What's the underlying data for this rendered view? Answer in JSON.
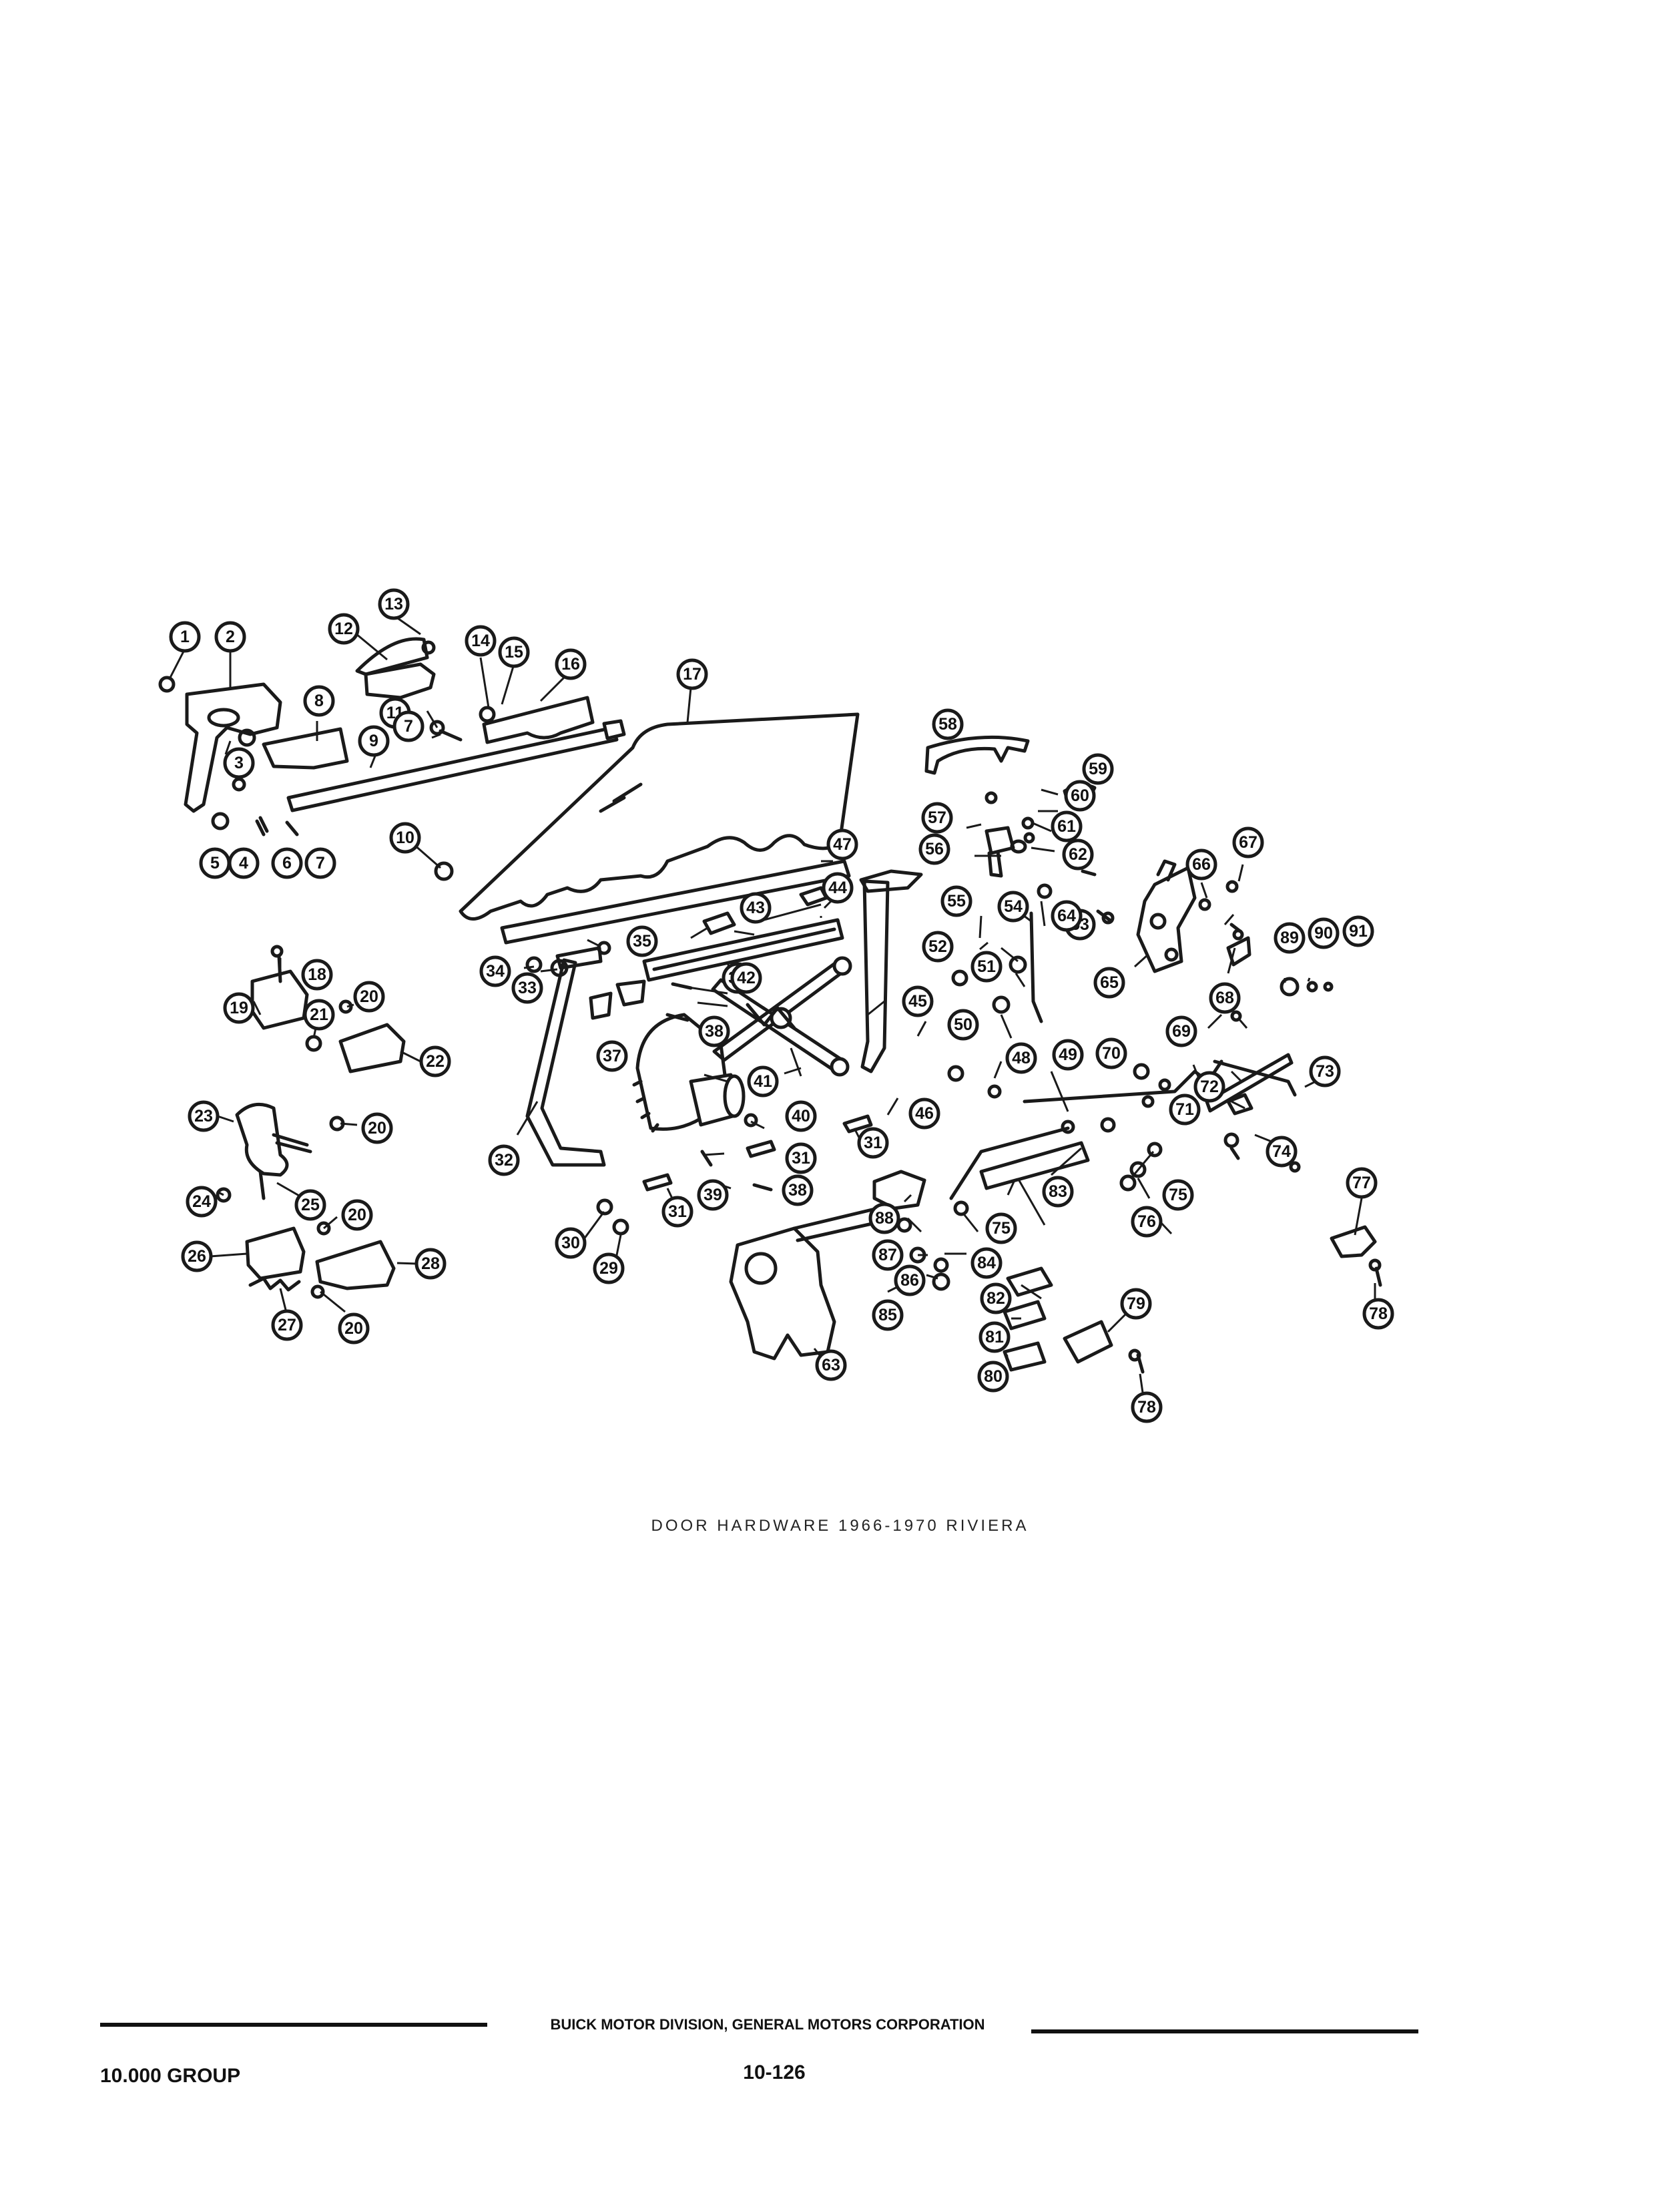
{
  "caption": "DOOR HARDWARE 1966-1970 RIVIERA",
  "footer": {
    "title": "BUICK MOTOR DIVISION, GENERAL MOTORS CORPORATION",
    "group": "10.000 GROUP",
    "page_number": "10-126"
  },
  "callouts": [
    "1",
    "2",
    "3",
    "4",
    "5",
    "6",
    "7",
    "8",
    "9",
    "10",
    "11",
    "12",
    "13",
    "14",
    "15",
    "16",
    "17",
    "18",
    "19",
    "20",
    "21",
    "22",
    "23",
    "24",
    "25",
    "26",
    "27",
    "28",
    "29",
    "30",
    "31",
    "32",
    "33",
    "34",
    "35",
    "36",
    "37",
    "38",
    "39",
    "40",
    "41",
    "42",
    "43",
    "44",
    "45",
    "46",
    "47",
    "48",
    "49",
    "50",
    "51",
    "52",
    "53",
    "54",
    "55",
    "56",
    "57",
    "58",
    "59",
    "60",
    "61",
    "62",
    "63",
    "64",
    "65",
    "66",
    "67",
    "68",
    "69",
    "70",
    "71",
    "72",
    "73",
    "74",
    "75",
    "76",
    "77",
    "78",
    "79",
    "80",
    "81",
    "82",
    "83",
    "84",
    "85",
    "86",
    "87",
    "88",
    "89",
    "90",
    "91"
  ],
  "callout_repeats": [
    "7",
    "20",
    "20",
    "20",
    "31",
    "31",
    "38",
    "75",
    "78"
  ]
}
